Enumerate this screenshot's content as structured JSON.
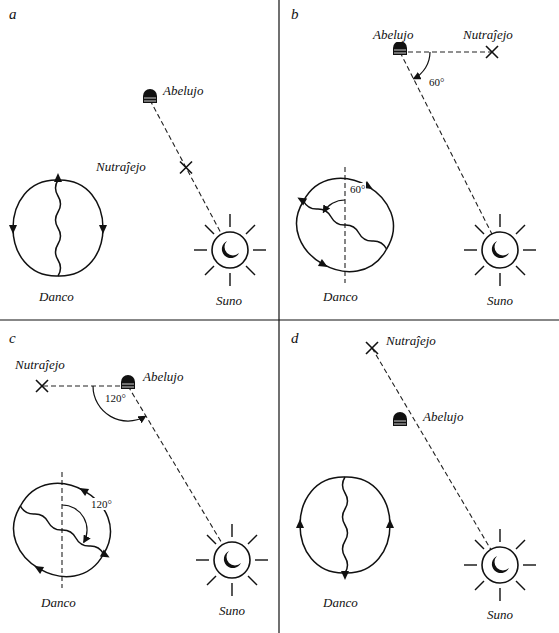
{
  "diagram": {
    "labels": [
      "a",
      "Abelujo",
      "Nutraĵejo",
      "Danco",
      "Suno",
      "b",
      "Abelujo",
      "Nutraĵejo",
      "60°",
      "60°",
      "Danco",
      "Suno",
      "c",
      "Nutraĵejo",
      "Abelujo",
      "120°",
      "120°",
      "Danco",
      "Suno",
      "d",
      "Nutraĵejo",
      "Abelujo",
      "Danco",
      "Suno"
    ]
  }
}
